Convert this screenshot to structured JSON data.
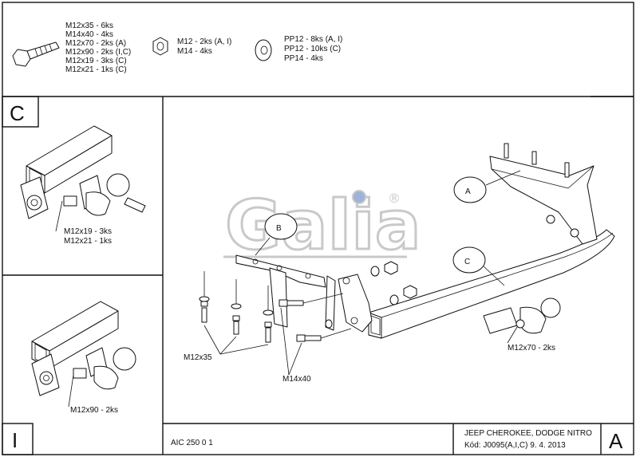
{
  "hardware": {
    "bolts": [
      "M12x35 - 6ks",
      "M14x40 - 4ks",
      "M12x70 - 2ks (A)",
      "M12x90 - 2ks (I,C)",
      "M12x19 - 3ks (C)",
      "M12x21 - 1ks (C)"
    ],
    "nuts": [
      "M12 - 2ks (A, I)",
      "M14 - 4ks"
    ],
    "washers": [
      "PP12 - 8ks (A, I)",
      "PP12 - 10ks (C)",
      "PP14 - 4ks"
    ]
  },
  "panels": {
    "c_letter": "C",
    "c_labels": [
      "M12x19 - 3ks",
      "M12x21 - 1ks"
    ],
    "i_letter": "I",
    "i_label": "M12x90 - 2ks"
  },
  "main": {
    "callout_a": "A",
    "callout_b": "B",
    "callout_c": "C",
    "label_m12x35": "M12x35",
    "label_m14x40": "M14x40",
    "label_m12x70": "M12x70 - 2ks",
    "logo": "Galia",
    "logo_reg": "®"
  },
  "footer": {
    "code": "AIC 250 0 1",
    "vehicle": "JEEP CHEROKEE, DODGE NITRO",
    "kod": "Kód: J0095(A,I,C)  9. 4. 2013",
    "letter": "A"
  },
  "colors": {
    "logo_gray": "#c9c9c9",
    "logo_dot": "#9fb2d8",
    "line": "#111111"
  }
}
